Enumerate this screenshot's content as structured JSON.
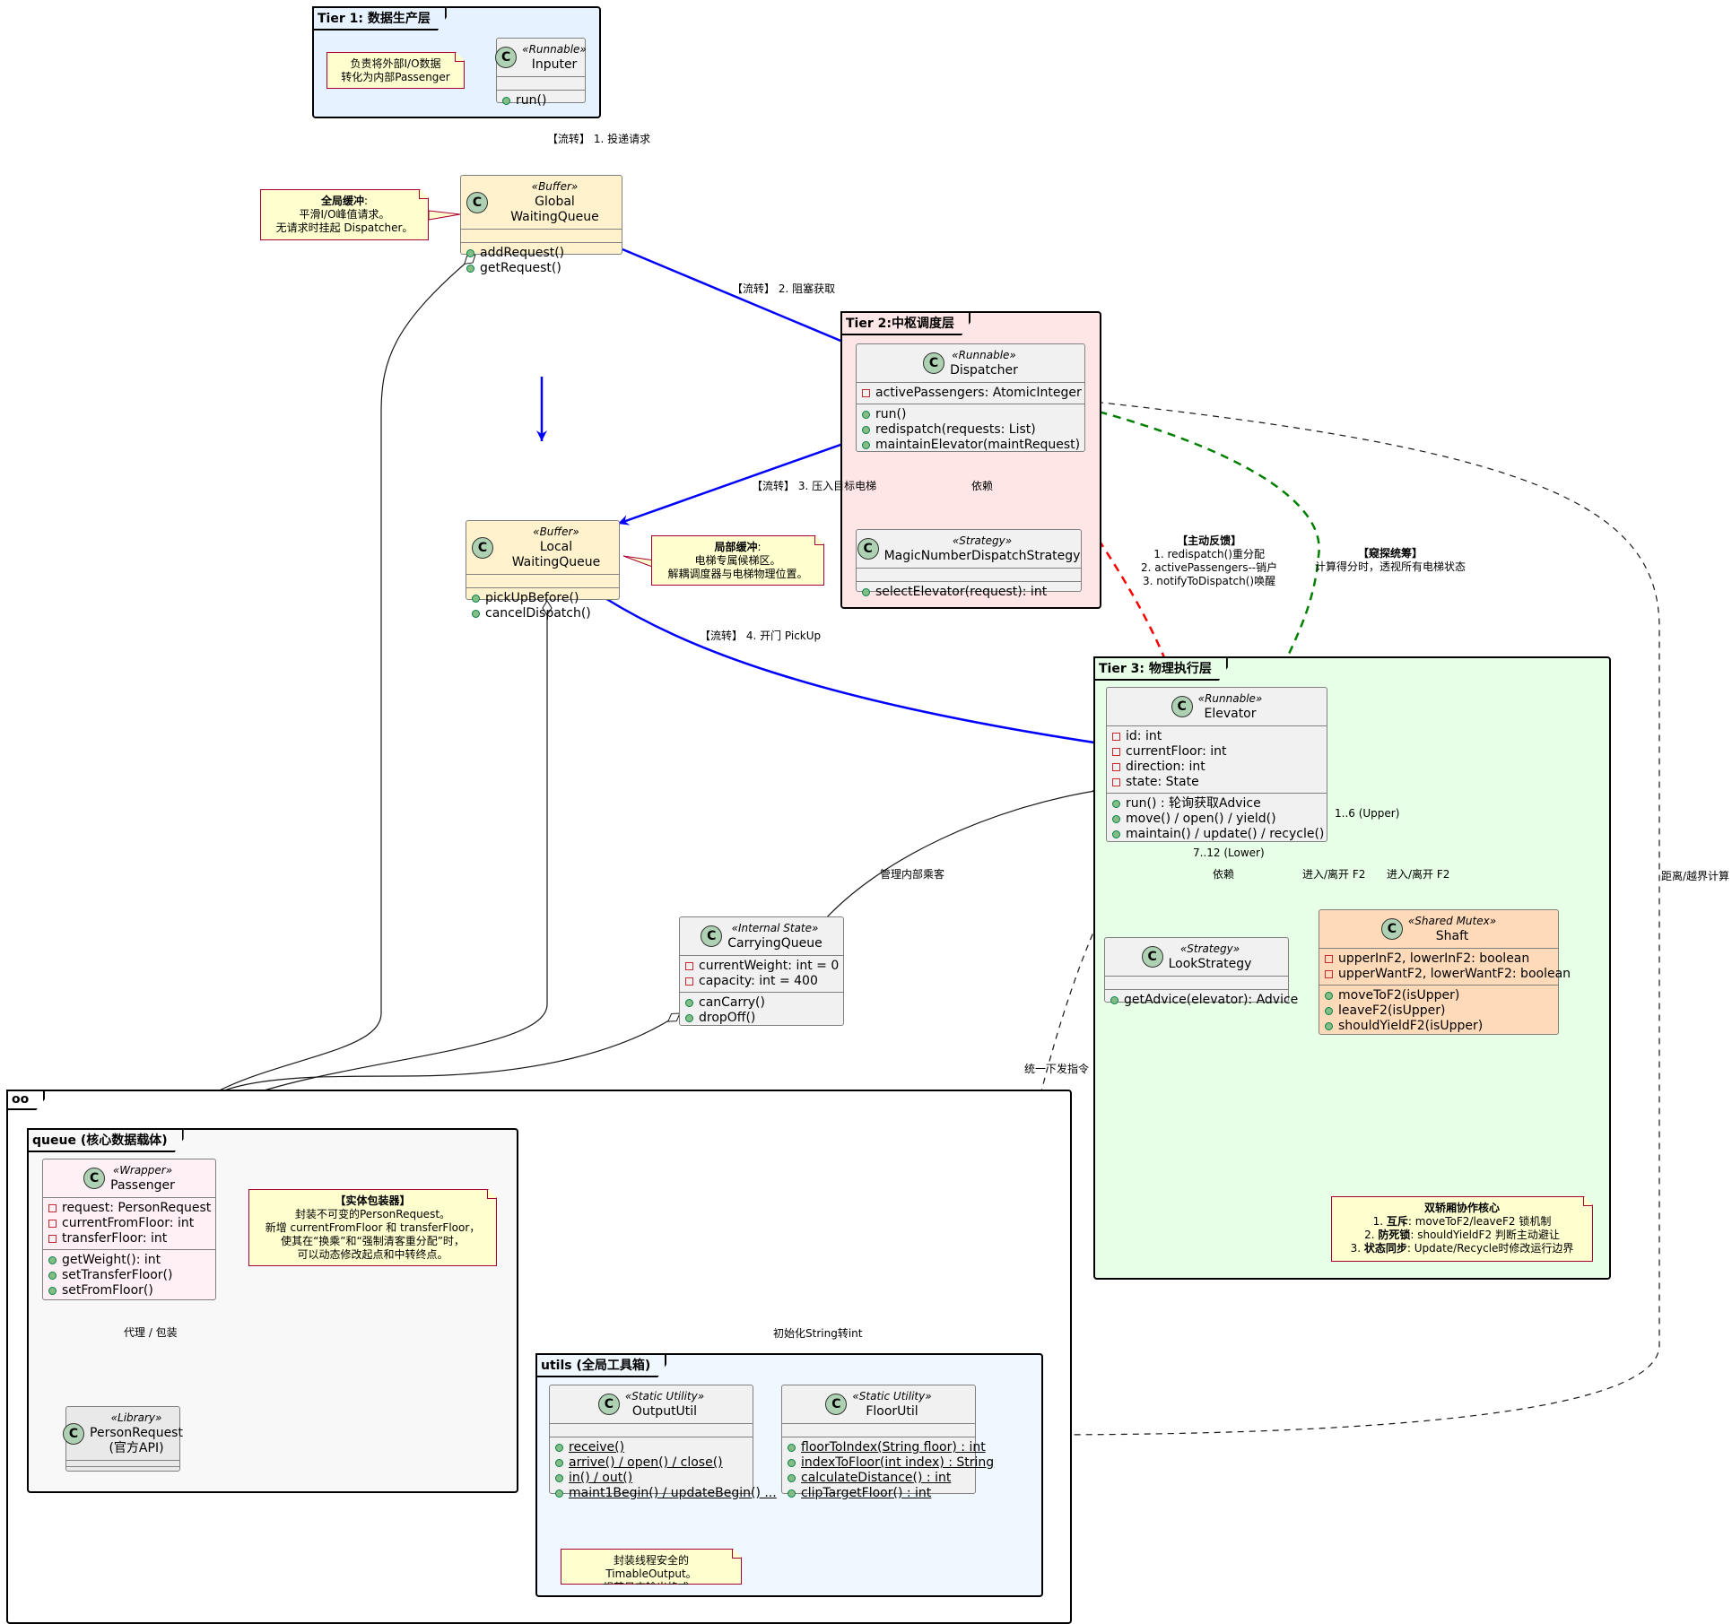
{
  "packages": {
    "tier1": "Tier 1: 数据生产层",
    "tier2": "Tier 2:中枢调度层",
    "tier3": "Tier 3: 物理执行层",
    "oo": "oo",
    "queue": "queue (核心数据载体)",
    "utils": "utils (全局工具箱)"
  },
  "colors": {
    "tier1_bg": "#e6f2ff",
    "tier2_bg": "#ffe6e6",
    "tier3_bg": "#e6ffe6",
    "queue_bg": "#f8f8f8",
    "utils_bg": "#f0f8ff",
    "buffer_bg": "#fff2cc",
    "shaft_bg": "#ffdab9",
    "passenger_bg": "#fff0f5",
    "flow_blue": "#0000ff",
    "feedback_red": "#ff0000",
    "probe_green": "#008000"
  },
  "classes": {
    "inputer": {
      "stereotype": "«Runnable»",
      "name": "Inputer",
      "fields": [],
      "methods": [
        "run()"
      ]
    },
    "global_queue": {
      "stereotype": "«Buffer»",
      "name": "Global WaitingQueue",
      "fields": [],
      "methods": [
        "addRequest()",
        "getRequest()"
      ]
    },
    "dispatcher": {
      "stereotype": "«Runnable»",
      "name": "Dispatcher",
      "fields": [
        "activePassengers: AtomicInteger"
      ],
      "methods": [
        "run()",
        "redispatch(requests: List)",
        "maintainElevator(maintRequest)"
      ]
    },
    "magic_strategy": {
      "stereotype": "«Strategy»",
      "name": "MagicNumberDispatchStrategy",
      "fields": [],
      "methods": [
        "selectElevator(request): int"
      ]
    },
    "local_queue": {
      "stereotype": "«Buffer»",
      "name": "Local WaitingQueue",
      "fields": [],
      "methods": [
        "pickUpBefore()",
        "cancelDispatch()"
      ]
    },
    "elevator": {
      "stereotype": "«Runnable»",
      "name": "Elevator",
      "fields": [
        "id: int",
        "currentFloor: int",
        "direction: int",
        "state: State"
      ],
      "methods": [
        "run() : 轮询获取Advice",
        "move() / open() / yield()",
        "maintain() / update() / recycle()"
      ]
    },
    "look_strategy": {
      "stereotype": "«Strategy»",
      "name": "LookStrategy",
      "fields": [],
      "methods": [
        "getAdvice(elevator): Advice"
      ]
    },
    "shaft": {
      "stereotype": "«Shared Mutex»",
      "name": "Shaft",
      "fields": [
        "upperInF2, lowerInF2: boolean",
        "upperWantF2, lowerWantF2: boolean"
      ],
      "methods": [
        "moveToF2(isUpper)",
        "leaveF2(isUpper)",
        "shouldYieldF2(isUpper)"
      ]
    },
    "carrying_queue": {
      "stereotype": "«Internal State»",
      "name": "CarryingQueue",
      "fields": [
        "currentWeight: int = 0",
        "capacity: int = 400"
      ],
      "methods": [
        "canCarry()",
        "dropOff()"
      ]
    },
    "passenger": {
      "stereotype": "«Wrapper»",
      "name": "Passenger",
      "fields": [
        "request: PersonRequest",
        "currentFromFloor: int",
        "transferFloor: int"
      ],
      "methods": [
        "getWeight(): int",
        "setTransferFloor()",
        "setFromFloor()"
      ]
    },
    "person_request": {
      "stereotype": "«Library»",
      "name": "PersonRequest",
      "name2": "(官方API)",
      "fields": [],
      "methods": []
    },
    "output_util": {
      "stereotype": "«Static Utility»",
      "name": "OutputUtil",
      "fields": [],
      "methods": [
        "receive()",
        "arrive() / open() / close()",
        "in() / out()",
        "maint1Begin() / updateBegin() ..."
      ]
    },
    "floor_util": {
      "stereotype": "«Static Utility»",
      "name": "FloorUtil",
      "fields": [],
      "methods": [
        "floorToIndex(String floor) : int",
        "indexToFloor(int index) : String",
        "calculateDistance() : int",
        "clipTargetFloor() : int"
      ]
    }
  },
  "notes": {
    "inputer": [
      "负责将外部I/O数据",
      "转化为内部Passenger"
    ],
    "global_queue": {
      "title": "全局缓冲",
      "lines": [
        "平滑I/O峰值请求。",
        "无请求时挂起 Dispatcher。"
      ]
    },
    "local_queue": {
      "title": "局部缓冲",
      "lines": [
        "电梯专属候梯区。",
        "解耦调度器与电梯物理位置。"
      ]
    },
    "shaft": {
      "title": "双轿厢协作核心",
      "lines": [
        {
          "num": "1. ",
          "key": "互斥",
          "text": ": moveToF2/leaveF2 锁机制"
        },
        {
          "num": "2. ",
          "key": "防死锁",
          "text": ": shouldYieldF2 判断主动避让"
        },
        {
          "num": "3. ",
          "key": "状态同步",
          "text": ": Update/Recycle时修改运行边界"
        }
      ]
    },
    "passenger": {
      "title": "【实体包装器】",
      "lines": [
        "封装不可变的PersonRequest。",
        "新增 currentFromFloor 和 transferFloor，",
        "使其在“换乘”和“强制清客重分配”时，",
        "可以动态修改起点和中转终点。"
      ]
    },
    "output_util": [
      "封装线程安全的 TimableOutput。",
      "规范日志输出格式。"
    ]
  },
  "edge_labels": {
    "flow1": "【流转】 1. 投递请求",
    "flow2": "【流转】 2. 阻塞获取",
    "flow3": "【流转】 3. 压入目标电梯",
    "flow4": "【流转】 4. 开门 PickUp",
    "dispatcher_strategy": "依赖",
    "feedback": {
      "title": "【主动反馈】",
      "lines": [
        "1. redispatch()重分配",
        "2. activePassengers--销户",
        "3. notifyToDispatch()唤醒"
      ]
    },
    "probe": {
      "title": "【窥探统筹】",
      "lines": [
        "计算得分时，透视所有电梯状态"
      ]
    },
    "elevator_look": "依赖",
    "lower": "7..12 (Lower)",
    "upper": "1..6 (Upper)",
    "enter_leave_1": "进入/离开 F2",
    "enter_leave_2": "进入/离开 F2",
    "manage_passengers": "管理内部乘客",
    "unified_cmd": "统一下发指令",
    "distance": "距离/越界计算",
    "init_string": "初始化String转int",
    "proxy_wrap": "代理 / 包装",
    "multiplicity": "*"
  }
}
